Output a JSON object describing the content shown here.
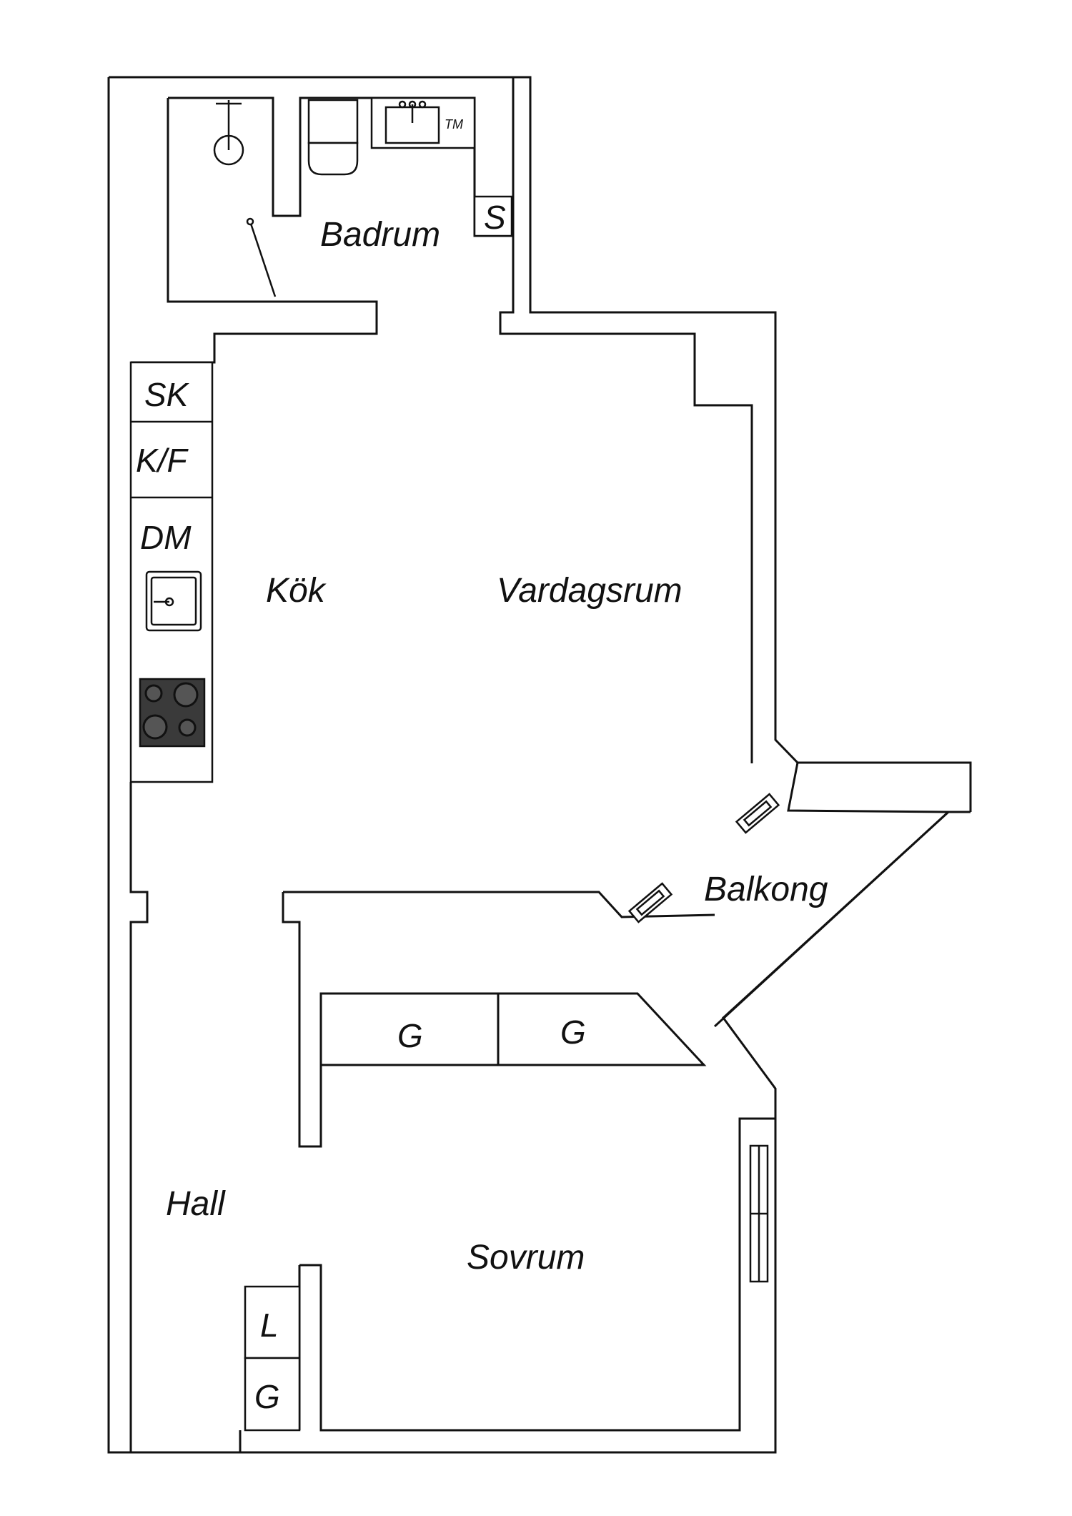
{
  "rooms": {
    "badrum": "Badrum",
    "kok": "Kök",
    "vardagsrum": "Vardagsrum",
    "balkong": "Balkong",
    "hall": "Hall",
    "sovrum": "Sovrum"
  },
  "fixtures": {
    "sk": "SK",
    "kf": "K/F",
    "dm": "DM",
    "s": "S",
    "tm": "TM",
    "wardrobe_left": "G",
    "wardrobe_right": "G",
    "hall_l": "L",
    "hall_g": "G"
  },
  "colors": {
    "line": "#111111",
    "hob": "#3a3a3a"
  }
}
